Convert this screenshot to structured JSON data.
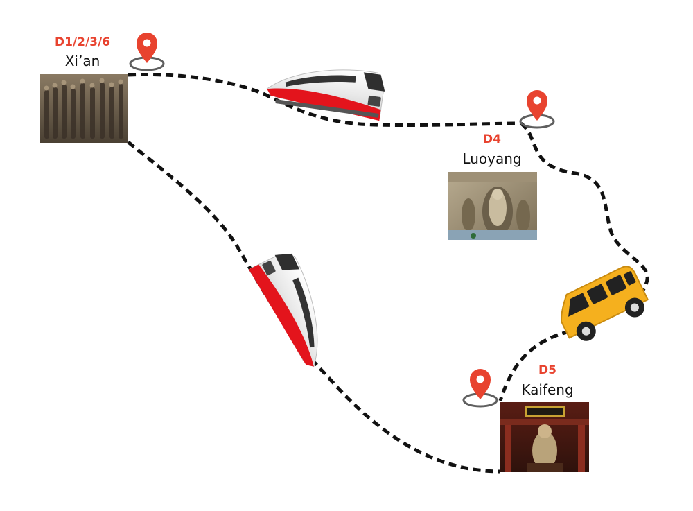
{
  "colors": {
    "accent": "#e8432f",
    "route": "#111111",
    "train_red": "#e3141c",
    "van_yellow": "#f5b01e"
  },
  "stops": [
    {
      "id": "xian",
      "day": "D1/2/3/6",
      "city": "Xi’an",
      "icon": "map-pin-icon",
      "photo": "terracotta-warriors-photo"
    },
    {
      "id": "luoyang",
      "day": "D4",
      "city": "Luoyang",
      "icon": "map-pin-icon",
      "photo": "longmen-grottoes-photo"
    },
    {
      "id": "kaifeng",
      "day": "D5",
      "city": "Kaifeng",
      "icon": "map-pin-icon",
      "photo": "kaifeng-temple-photo"
    }
  ],
  "transport": [
    {
      "from": "Xi’an",
      "to": "Luoyang",
      "mode": "train",
      "icon": "high-speed-train-icon"
    },
    {
      "from": "Luoyang",
      "to": "Kaifeng",
      "mode": "van",
      "icon": "van-icon"
    },
    {
      "from": "Kaifeng",
      "to": "Xi’an",
      "mode": "train",
      "icon": "high-speed-train-icon"
    }
  ]
}
